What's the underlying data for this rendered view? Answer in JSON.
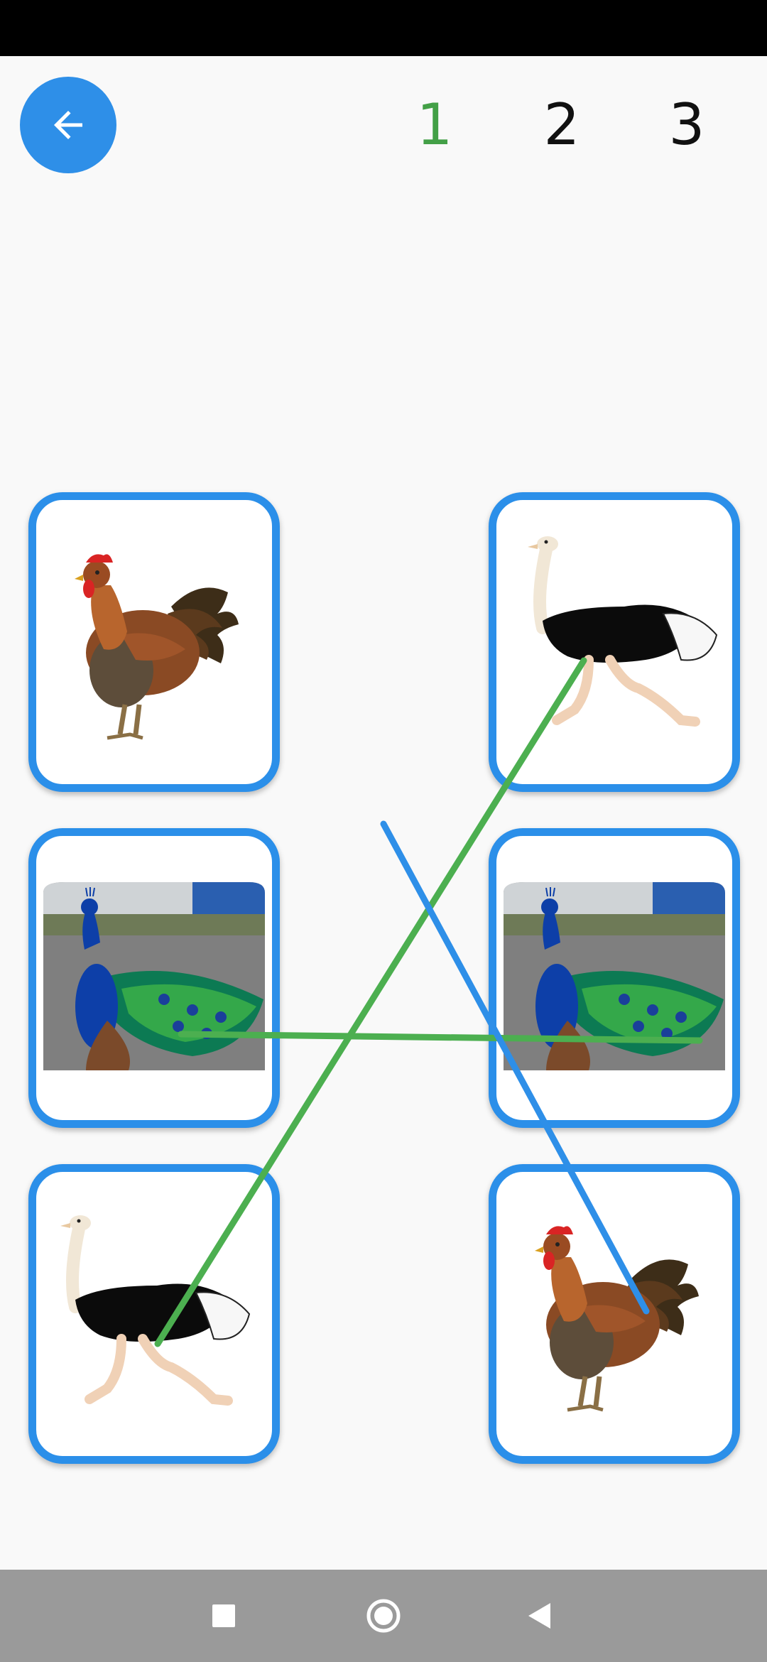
{
  "colors": {
    "accent": "#2e8fe8",
    "card_border": "#2b8fe9",
    "level_active": "#43a047",
    "level_inactive": "#111111",
    "line_matched": "#4caf50",
    "line_pending": "#2e8fe8",
    "nav_bar": "#9a9a9a"
  },
  "header": {
    "back_icon": "arrow-left-icon",
    "levels": [
      {
        "label": "1",
        "active": true
      },
      {
        "label": "2",
        "active": false
      },
      {
        "label": "3",
        "active": false
      }
    ]
  },
  "cards": {
    "left": [
      {
        "animal": "rooster"
      },
      {
        "animal": "peacock"
      },
      {
        "animal": "ostrich"
      }
    ],
    "right": [
      {
        "animal": "ostrich"
      },
      {
        "animal": "peacock"
      },
      {
        "animal": "rooster"
      }
    ]
  },
  "connections": [
    {
      "from": "left-ostrich",
      "to": "right-ostrich",
      "status": "matched"
    },
    {
      "from": "left-peacock",
      "to": "right-peacock",
      "status": "matched"
    },
    {
      "from": "right-rooster",
      "to": "free-drag",
      "status": "pending"
    }
  ],
  "nav": {
    "icons": [
      "recent-apps-icon",
      "home-icon",
      "back-icon"
    ]
  }
}
